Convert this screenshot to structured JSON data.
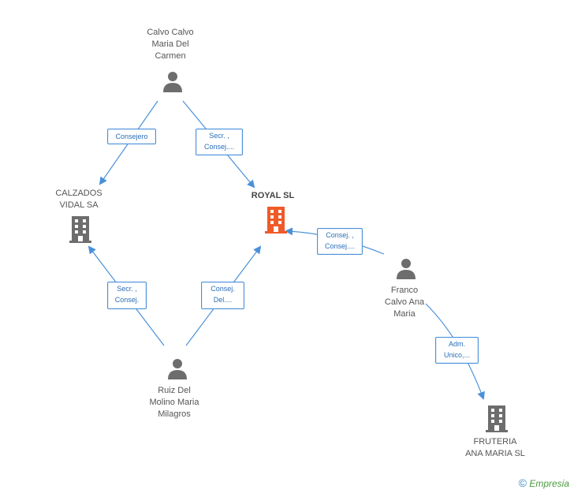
{
  "nodes": {
    "calvo_calvo": {
      "label": "Calvo Calvo\nMaria Del\nCarmen",
      "type": "person"
    },
    "calzados": {
      "label": "CALZADOS\nVIDAL SA",
      "type": "company"
    },
    "royal": {
      "label": "ROYAL SL",
      "type": "company-main"
    },
    "ruiz": {
      "label": "Ruiz Del\nMolino Maria\nMilagros",
      "type": "person"
    },
    "franco": {
      "label": "Franco\nCalvo Ana\nMaria",
      "type": "person"
    },
    "fruteria": {
      "label": "FRUTERIA\nANA MARIA  SL",
      "type": "company"
    }
  },
  "relations": {
    "r1": "Consejero",
    "r2": "Secr. ,\nConsej....",
    "r3": "Consej. ,\nConsej....",
    "r4": "Secr. ,\nConsej.",
    "r5": "Consej.\nDel....",
    "r6": "Adm.\nUnico,..."
  },
  "watermark": {
    "symbol": "©",
    "brand": "Empresia"
  },
  "colors": {
    "edge": "#4a90d9",
    "person": "#6d6d6d",
    "company": "#6d6d6d",
    "main_company": "#f05a28"
  }
}
